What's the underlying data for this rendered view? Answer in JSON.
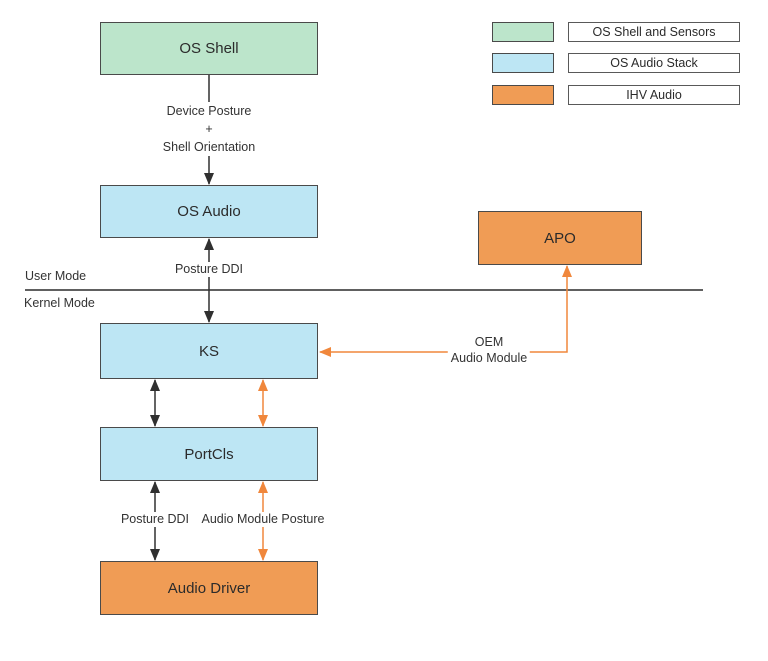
{
  "boxes": {
    "os_shell": {
      "label": "OS Shell",
      "color": "#bce5cb"
    },
    "os_audio": {
      "label": "OS Audio",
      "color": "#bde6f4"
    },
    "ks": {
      "label": "KS",
      "color": "#bde6f4"
    },
    "portcls": {
      "label": "PortCls",
      "color": "#bde6f4"
    },
    "audio_driver": {
      "label": "Audio Driver",
      "color": "#f09c55"
    },
    "apo": {
      "label": "APO",
      "color": "#f09c55"
    }
  },
  "connector_labels": {
    "device_posture": {
      "line1": "Device Posture",
      "line2": "+",
      "line3": "Shell Orientation"
    },
    "posture_ddi_upper": "Posture DDI",
    "oem_audio_module": {
      "line1": "OEM",
      "line2": "Audio Module"
    },
    "posture_ddi_lower": "Posture DDI",
    "audio_module_posture": "Audio Module Posture"
  },
  "mode_divider": {
    "above": "User Mode",
    "below": "Kernel Mode"
  },
  "legend": [
    {
      "swatch_color": "#bce5cb",
      "label": "OS Shell and Sensors"
    },
    {
      "swatch_color": "#bde6f4",
      "label": "OS Audio Stack"
    },
    {
      "swatch_color": "#f09c55",
      "label": "IHV Audio"
    }
  ],
  "colors": {
    "black_arrow": "#303030",
    "orange_arrow": "#f0873c",
    "box_border": "#4a4a4a",
    "divider_line": "#4a4a4a",
    "background": "#ffffff"
  }
}
